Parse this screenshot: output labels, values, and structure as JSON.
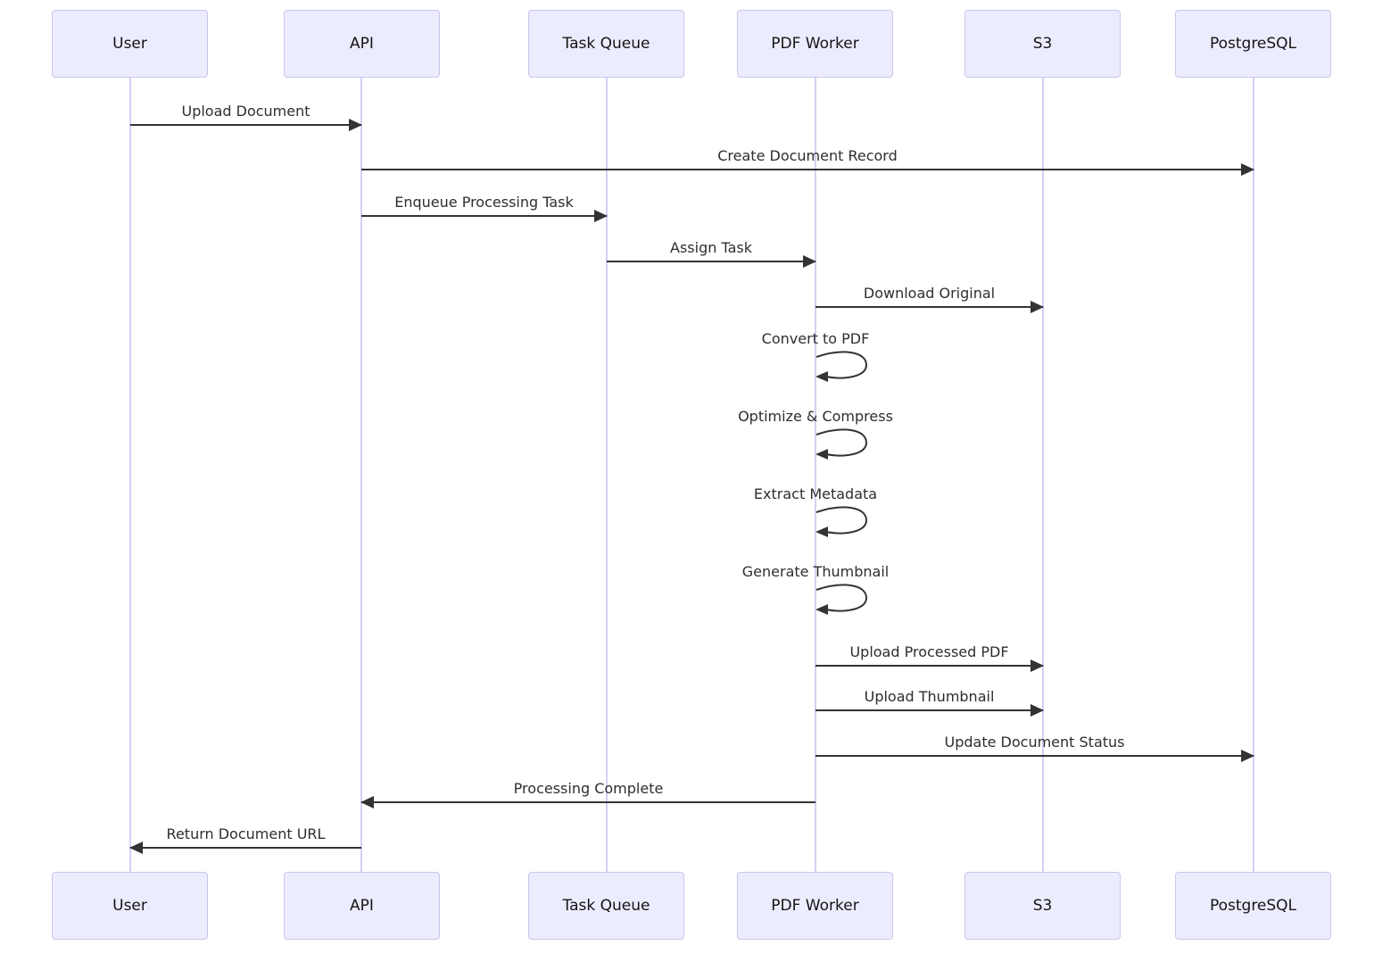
{
  "diagram": {
    "type": "sequence-diagram",
    "participants": [
      {
        "id": "user",
        "label": "User"
      },
      {
        "id": "api",
        "label": "API"
      },
      {
        "id": "task-queue",
        "label": "Task Queue"
      },
      {
        "id": "pdf-worker",
        "label": "PDF Worker"
      },
      {
        "id": "s3",
        "label": "S3"
      },
      {
        "id": "postgresql",
        "label": "PostgreSQL"
      }
    ],
    "messages": [
      {
        "label": "Upload Document",
        "from": "User",
        "to": "API",
        "kind": "arrow"
      },
      {
        "label": "Create Document Record",
        "from": "API",
        "to": "PostgreSQL",
        "kind": "arrow"
      },
      {
        "label": "Enqueue Processing Task",
        "from": "API",
        "to": "Task Queue",
        "kind": "arrow"
      },
      {
        "label": "Assign Task",
        "from": "Task Queue",
        "to": "PDF Worker",
        "kind": "arrow"
      },
      {
        "label": "Download Original",
        "from": "PDF Worker",
        "to": "S3",
        "kind": "arrow"
      },
      {
        "label": "Convert to PDF",
        "from": "PDF Worker",
        "to": "PDF Worker",
        "kind": "self-loop"
      },
      {
        "label": "Optimize & Compress",
        "from": "PDF Worker",
        "to": "PDF Worker",
        "kind": "self-loop"
      },
      {
        "label": "Extract Metadata",
        "from": "PDF Worker",
        "to": "PDF Worker",
        "kind": "self-loop"
      },
      {
        "label": "Generate Thumbnail",
        "from": "PDF Worker",
        "to": "PDF Worker",
        "kind": "self-loop"
      },
      {
        "label": "Upload Processed PDF",
        "from": "PDF Worker",
        "to": "S3",
        "kind": "arrow"
      },
      {
        "label": "Upload Thumbnail",
        "from": "PDF Worker",
        "to": "S3",
        "kind": "arrow"
      },
      {
        "label": "Update Document Status",
        "from": "PDF Worker",
        "to": "PostgreSQL",
        "kind": "arrow"
      },
      {
        "label": "Processing Complete",
        "from": "PDF Worker",
        "to": "API",
        "kind": "arrow-left"
      },
      {
        "label": "Return Document URL",
        "from": "API",
        "to": "User",
        "kind": "arrow-left"
      }
    ],
    "colors": {
      "actor_fill": "#ECECFF",
      "actor_border": "#CBC5EC",
      "lifeline": "#D4CFF3",
      "signal": "#333333",
      "background": "#FFFFFF"
    }
  }
}
